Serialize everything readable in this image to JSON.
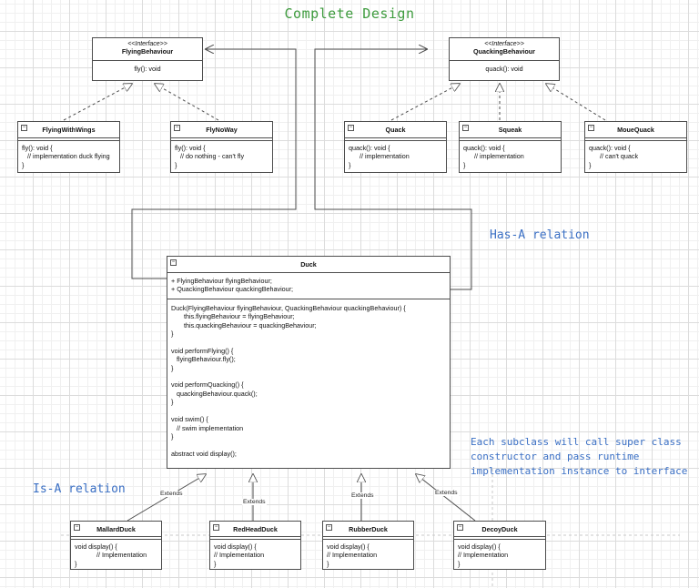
{
  "title": "Complete Design",
  "notes": {
    "has_a": "Has-A relation",
    "is_a": "Is-A relation",
    "subclass_1": "Each subclass will call super class",
    "subclass_2": "constructor and pass runtime",
    "subclass_3": "implementation instance to interface"
  },
  "flying_iface": {
    "stereotype": "<<Interface>>",
    "name": "FlyingBehaviour",
    "method": "fly(): void"
  },
  "quacking_iface": {
    "stereotype": "<<Interface>>",
    "name": "QuackingBehaviour",
    "method": "quack(): void"
  },
  "fly_with_wings": {
    "name": "FlyingWithWings",
    "body": "fly(): void {\n   // implementation duck flying\n}"
  },
  "fly_no_way": {
    "name": "FlyNoWay",
    "body": "fly(): void {\n   // do nothing - can't fly\n}"
  },
  "quack": {
    "name": "Quack",
    "body": "quack(): void {\n      // implementation\n}"
  },
  "squeak": {
    "name": "Squeak",
    "body": "quack(): void {\n      // implementation\n}"
  },
  "mouequack": {
    "name": "MoueQuack",
    "body": "quack(): void {\n      // can't quack\n}"
  },
  "duck": {
    "name": "Duck",
    "fields": "+ FlyingBehaviour flyingBehaviour;\n+ QuackingBehaviour quackingBehaviour;",
    "methods": "Duck(FlyingBehaviour flyingBehaviour, QuackingBehaviour quackingBehaviour) {\n       this.flyingBehaviour = flyingBehaviour;\n       this.quackingBehaviour = quackingBehaviour;\n}\n\nvoid performFlying() {\n   flyingBehaviour.fly();\n}\n\nvoid performQuacking() {\n   quackingBehaviour.quack();\n}\n\nvoid swim() {\n   // swim implementation\n}\n\nabstract void display();"
  },
  "mallard": {
    "name": "MallardDuck",
    "body": "void display() {\n            // Implementation\n}"
  },
  "redhead": {
    "name": "RedHeadDuck",
    "body": "void display() {\n// Implementation\n}"
  },
  "rubber": {
    "name": "RubberDuck",
    "body": "void display() {\n// Implementation\n}"
  },
  "decoy": {
    "name": "DecoyDuck",
    "body": "void display() {\n// Implementation\n}"
  },
  "extends_label": "Extends",
  "colors": {
    "title": "#3e9b3e",
    "notes": "#3a6fc4",
    "lines": "#4d4d4d"
  }
}
